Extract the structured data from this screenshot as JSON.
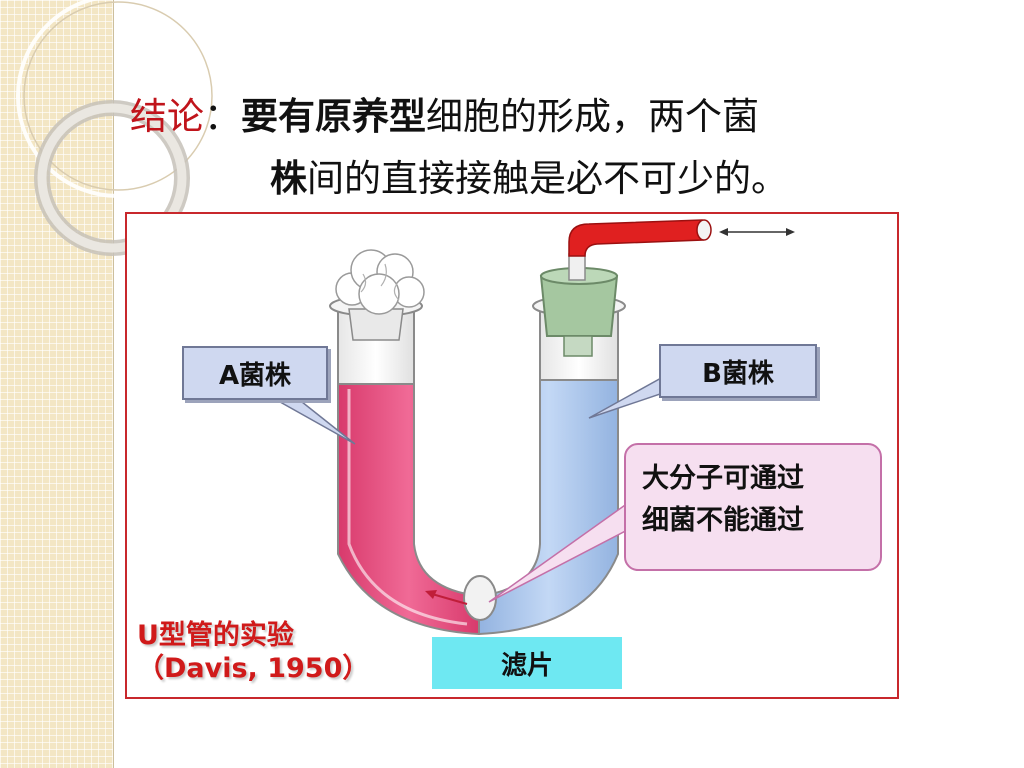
{
  "title": {
    "label": "结论",
    "colon": "：",
    "bold_part": "要有原养型",
    "rest_line1": "细胞的形成，两个菌",
    "bold_line2": "株",
    "rest_line2": "间的直接接触是必不可少的。"
  },
  "figure": {
    "strain_a_label": "A菌株",
    "strain_b_label": "B菌株",
    "note_line1": "大分子可通过",
    "note_line2": "细菌不能通过",
    "filter_label": "滤片",
    "caption_line1": "U型管的实验",
    "caption_line2": "（Davis, 1950）",
    "colors": {
      "strain_a_liquid": "#e8457c",
      "strain_b_liquid": "#a9c6ee",
      "tube_outline": "#8a8a8a",
      "suction_pipe": "#e02020",
      "stopper": "#a5c7a0",
      "frame": "#c8282c"
    }
  }
}
